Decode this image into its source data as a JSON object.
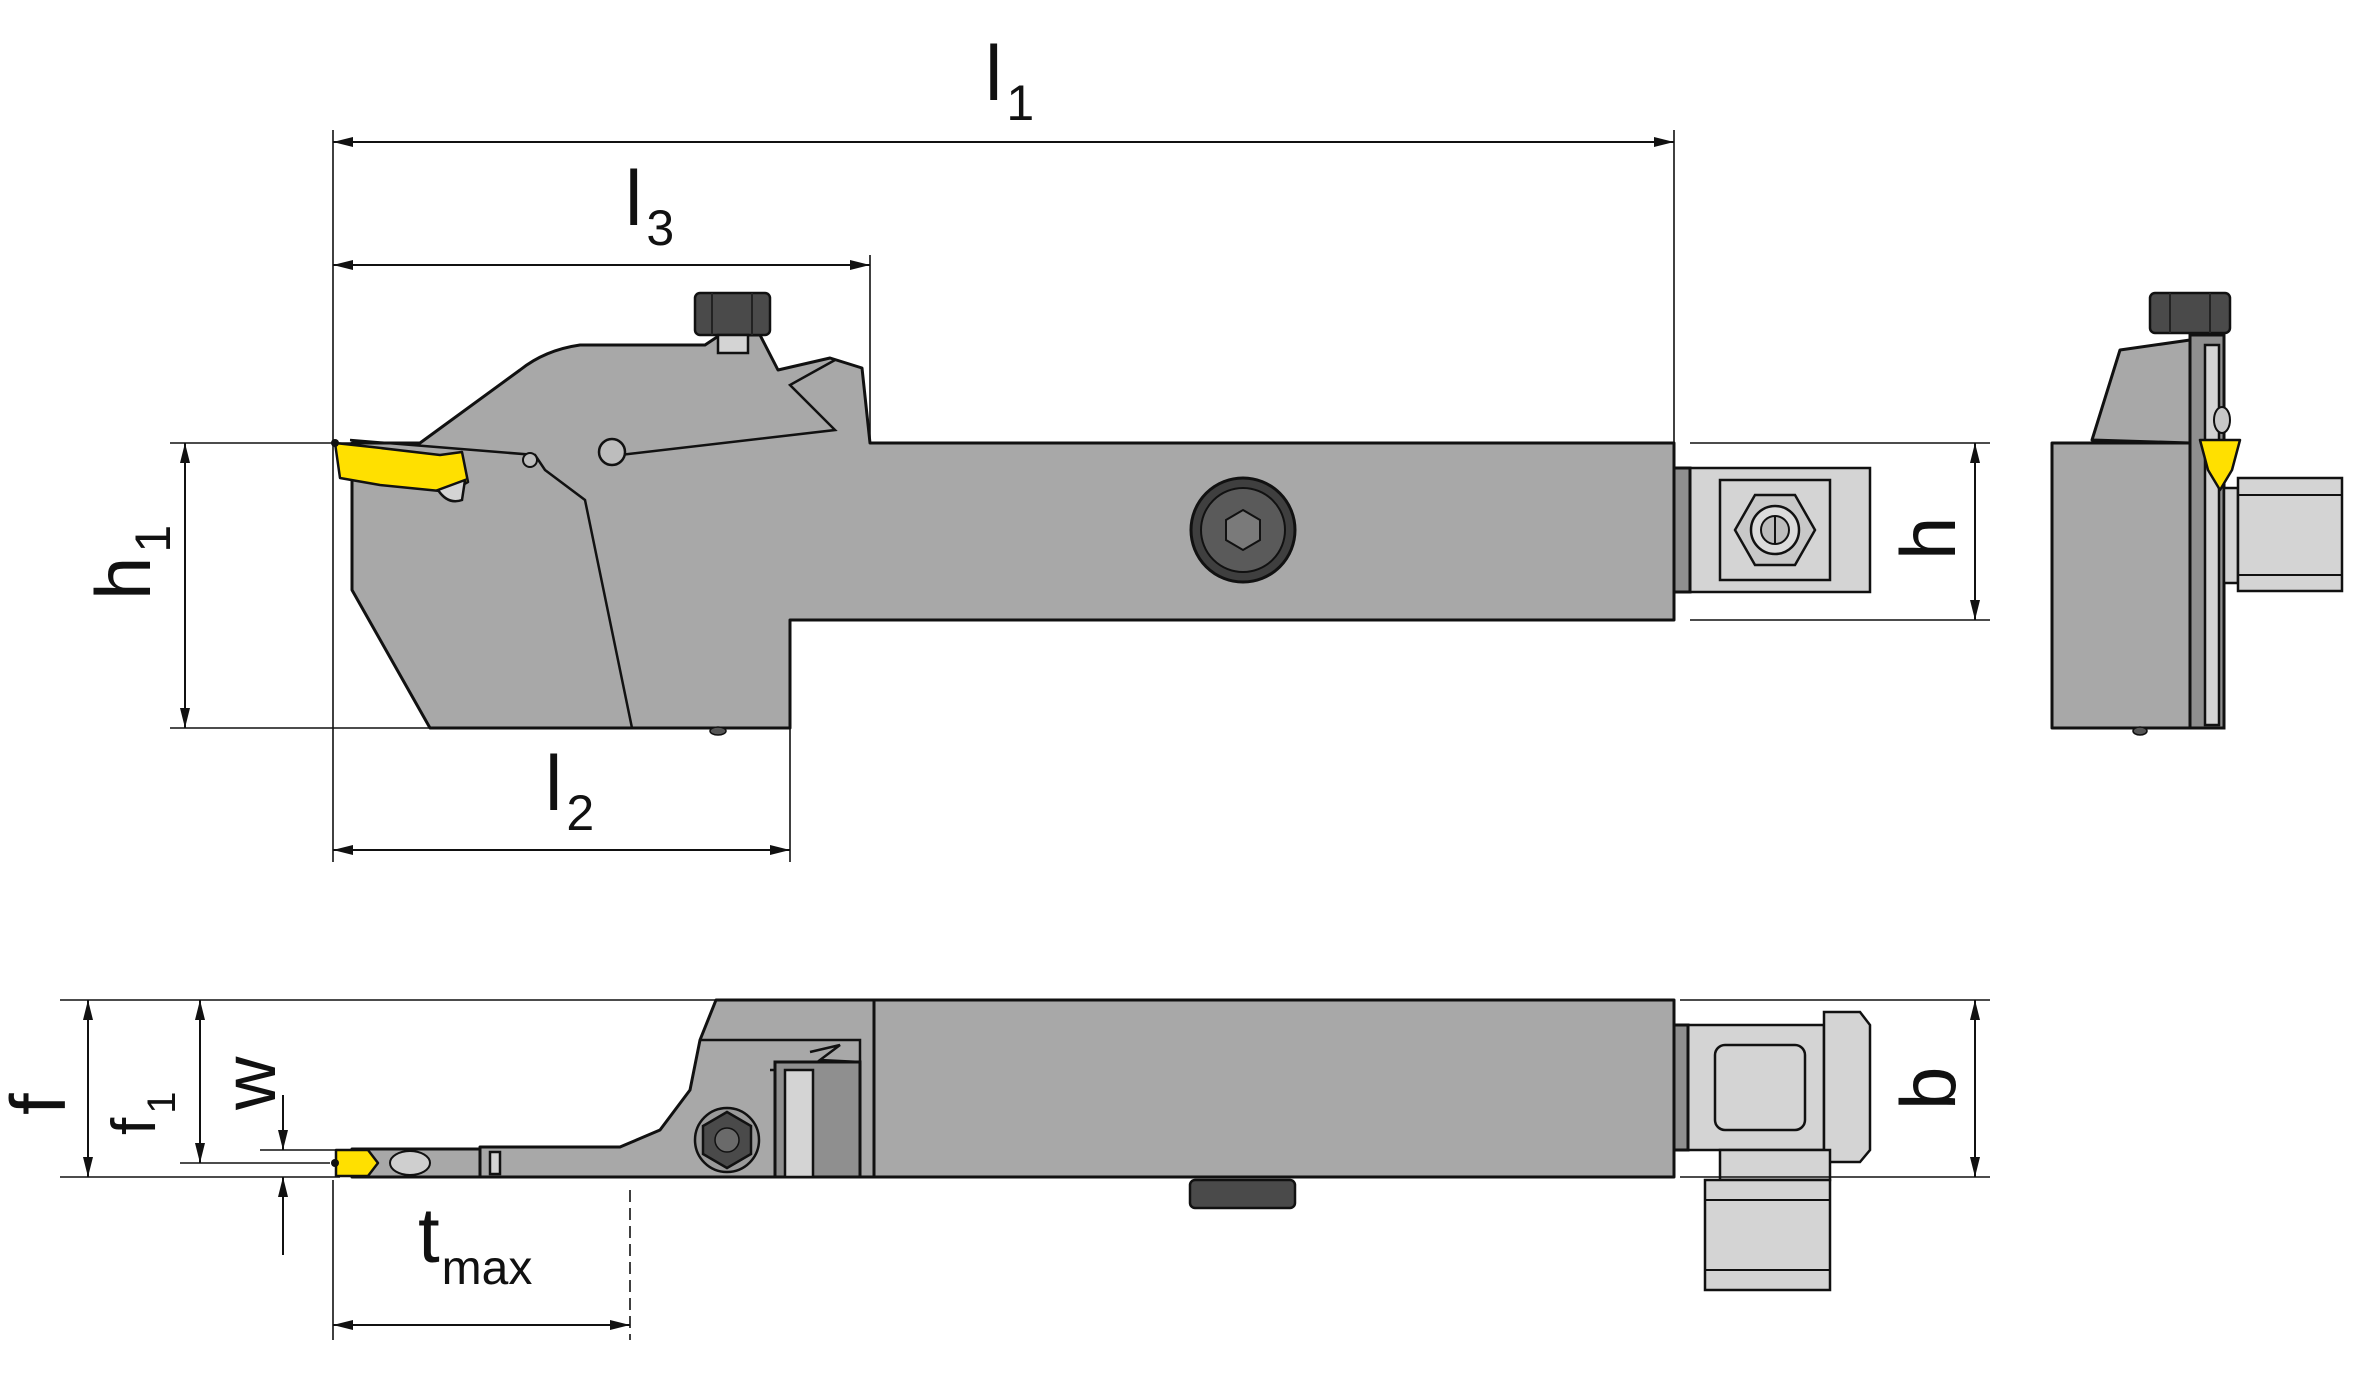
{
  "labels": {
    "l1": {
      "main": "l",
      "sub": "1"
    },
    "l2": {
      "main": "l",
      "sub": "2"
    },
    "l3": {
      "main": "l",
      "sub": "3"
    },
    "h1": {
      "main": "h",
      "sub": "1"
    },
    "h": {
      "main": "h"
    },
    "b": {
      "main": "b"
    },
    "f": {
      "main": "f"
    },
    "f1": {
      "main": "f",
      "sub": "1"
    },
    "w": {
      "main": "w"
    },
    "tmax": {
      "main": "t",
      "sub": "max"
    }
  },
  "colors": {
    "body": "#a8a8a8",
    "insert": "#ffe000",
    "screw": "#4a4a4a",
    "coolant_fitting": "#d4d4d4"
  }
}
